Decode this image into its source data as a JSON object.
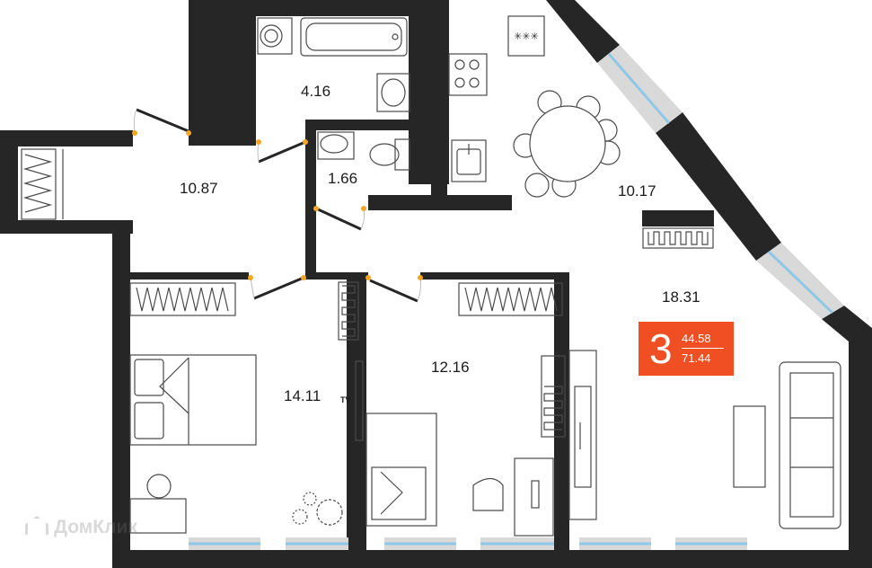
{
  "rooms": [
    {
      "id": "hall",
      "area": "10.87"
    },
    {
      "id": "bathroom",
      "area": "4.16"
    },
    {
      "id": "toilet",
      "area": "1.66"
    },
    {
      "id": "kitchen",
      "area": "10.17"
    },
    {
      "id": "living",
      "area": "18.31"
    },
    {
      "id": "bedroom",
      "area": "14.11"
    },
    {
      "id": "bedroom2",
      "area": "12.16"
    }
  ],
  "tv_label": "TV",
  "badge": {
    "rooms": "3",
    "living_area": "44.58",
    "total_area": "71.44"
  },
  "watermark": "ДомКлик",
  "colors": {
    "badge": "#f04e23",
    "walls": "#262626",
    "window_glass": "#8fc8e6",
    "door_hinge": "#f5a623"
  }
}
